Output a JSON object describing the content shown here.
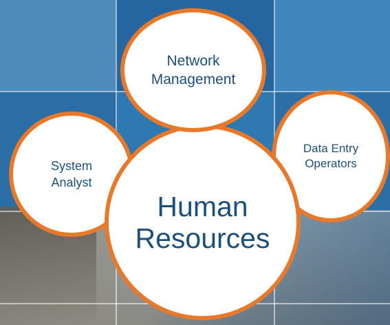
{
  "diagram": {
    "center": {
      "line1": "Human",
      "line2": "Resources"
    },
    "nodes": [
      {
        "line1": "Network",
        "line2": "Management"
      },
      {
        "line1": "System",
        "line2": "Analyst"
      },
      {
        "line1": "Data Entry",
        "line2": "Operators"
      }
    ]
  },
  "colors": {
    "circle_border": "#e8792a",
    "circle_fill": "#ffffff",
    "text": "#1c4f7c",
    "background_blue": "#2d74aa"
  }
}
